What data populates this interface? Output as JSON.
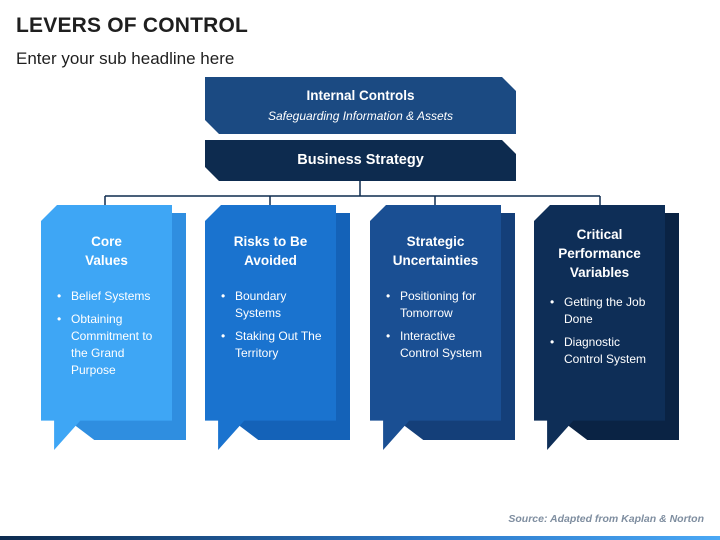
{
  "title": "LEVERS OF CONTROL",
  "subtitle": "Enter your sub headline here",
  "internal_controls": {
    "title": "Internal Controls",
    "subtitle": "Safeguarding Information & Assets"
  },
  "business_strategy": "Business Strategy",
  "cards": [
    {
      "title_lines": [
        "Core",
        "Values"
      ],
      "bullets": [
        "Belief Systems",
        "Obtaining Commitment to the Grand Purpose"
      ],
      "color": "#3ea6f5",
      "shadow": "#2f8ee0"
    },
    {
      "title_lines": [
        "Risks to Be",
        "Avoided"
      ],
      "bullets": [
        "Boundary Systems",
        "Staking Out The Territory"
      ],
      "color": "#1a73cf",
      "shadow": "#1462b8"
    },
    {
      "title_lines": [
        "Strategic",
        "Uncertainties"
      ],
      "bullets": [
        "Positioning for Tomorrow",
        "Interactive Control System"
      ],
      "color": "#1a4f93",
      "shadow": "#143f79"
    },
    {
      "title_lines": [
        "Critical",
        "Performance",
        "Variables"
      ],
      "bullets": [
        "Getting the Job Done",
        "Diagnostic Control System"
      ],
      "color": "#0e2e57",
      "shadow": "#0a2344"
    }
  ],
  "source": "Source: Adapted from Kaplan & Norton"
}
